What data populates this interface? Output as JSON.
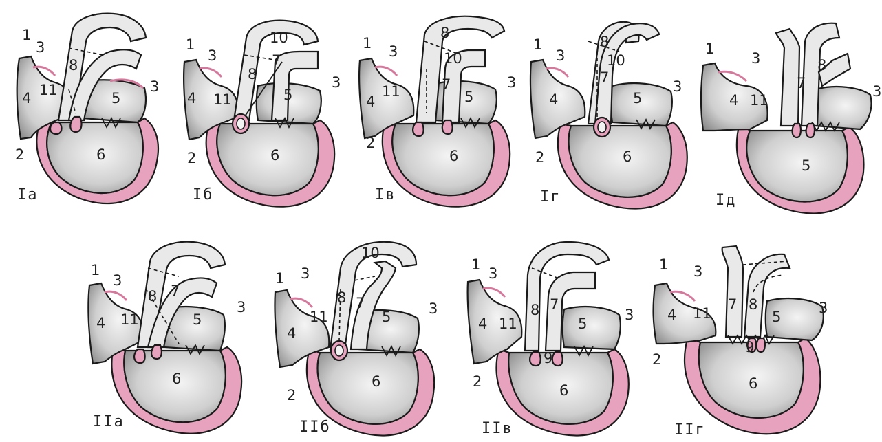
{
  "panels": [
    {
      "id": "Ia",
      "caption": "Iа",
      "labels": {
        "n1": "1",
        "n2": "2",
        "n3": "3",
        "n3r": "3",
        "n4": "4",
        "n5": "5",
        "n6": "6",
        "n8": "8",
        "n11": "11"
      }
    },
    {
      "id": "Ib",
      "caption": "Iб",
      "labels": {
        "n1": "1",
        "n2": "2",
        "n3": "3",
        "n3r": "3",
        "n4": "4",
        "n5": "5",
        "n6": "6",
        "n7": "7",
        "n8": "8",
        "n10": "10",
        "n11": "11"
      }
    },
    {
      "id": "Iv",
      "caption": "Iв",
      "labels": {
        "n1": "1",
        "n2": "2",
        "n3": "3",
        "n3r": "3",
        "n4": "4",
        "n5": "5",
        "n6": "6",
        "n7": "7",
        "n8": "8",
        "n10": "10",
        "n11": "11"
      }
    },
    {
      "id": "Ig",
      "caption": "Iг",
      "labels": {
        "n1": "1",
        "n2": "2",
        "n3": "3",
        "n3r": "3",
        "n4": "4",
        "n5": "5",
        "n6": "6",
        "n7": "7",
        "n8": "8",
        "n10": "10"
      }
    },
    {
      "id": "Id",
      "caption": "Iд",
      "labels": {
        "n1": "1",
        "n3": "3",
        "n3r": "3",
        "n4": "4",
        "n6": "5",
        "n7": "7",
        "n8": "8",
        "n11": "11"
      }
    },
    {
      "id": "IIa",
      "caption": "IIа",
      "labels": {
        "n1": "1",
        "n3": "3",
        "n3r": "3",
        "n4": "4",
        "n5": "5",
        "n6": "6",
        "n7": "7",
        "n8": "8",
        "n11": "11"
      }
    },
    {
      "id": "IIb",
      "caption": "IIб",
      "labels": {
        "n1": "1",
        "n2": "2",
        "n3": "3",
        "n3r": "3",
        "n4": "4",
        "n5": "5",
        "n6": "6",
        "n7": "7",
        "n8": "8",
        "n10": "10",
        "n11": "11"
      }
    },
    {
      "id": "IIv",
      "caption": "IIв",
      "labels": {
        "n1": "1",
        "n2": "2",
        "n3": "3",
        "n3r": "3",
        "n4": "4",
        "n5": "5",
        "n6": "6",
        "n7": "7",
        "n8": "8",
        "n9": "9",
        "n11": "11"
      }
    },
    {
      "id": "IIg",
      "caption": "IIг",
      "labels": {
        "n1": "1",
        "n2": "2",
        "n3": "3",
        "n3r": "3",
        "n4": "4",
        "n5": "5",
        "n6": "6",
        "n7": "7",
        "n8": "8",
        "n9": "9",
        "n11": "11"
      }
    }
  ],
  "colors": {
    "muscle_pink": "#e7a3bd",
    "outline": "#1a1a1a",
    "fill_gray": "#d6d6d6"
  }
}
